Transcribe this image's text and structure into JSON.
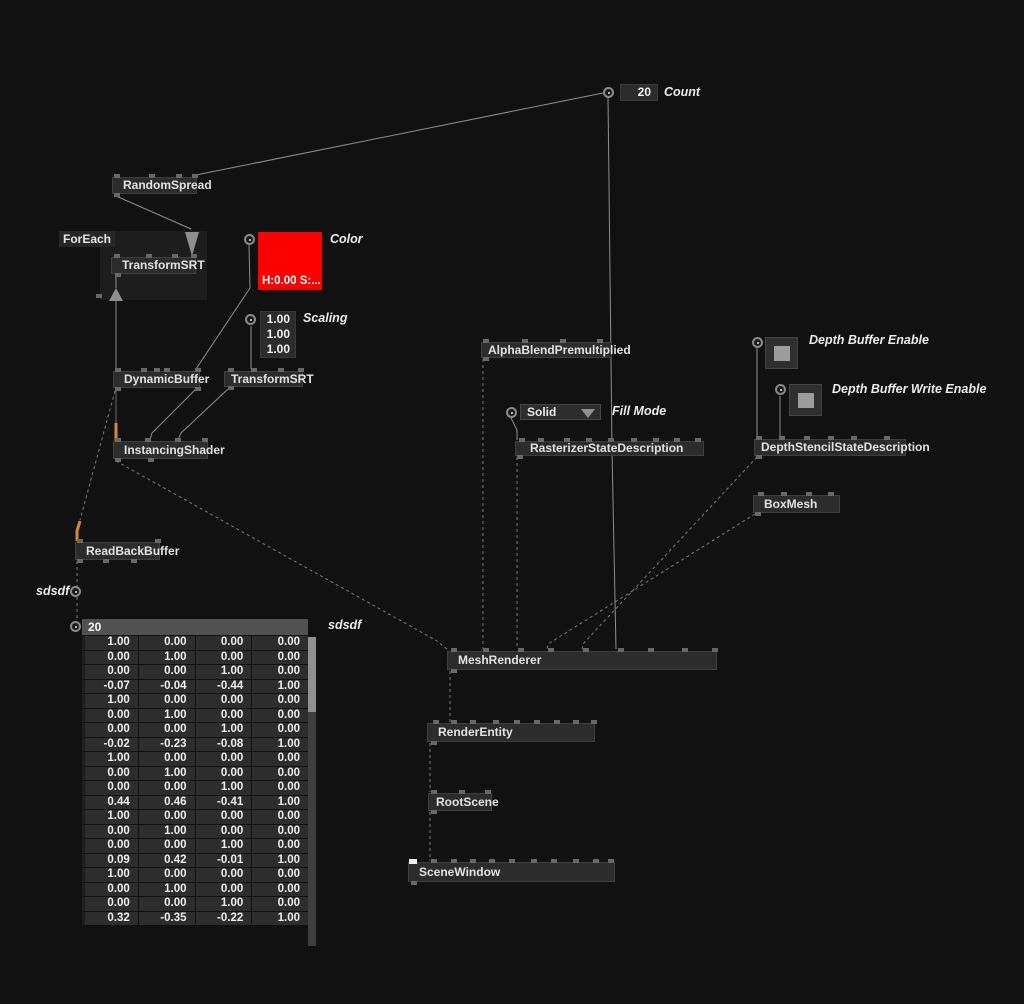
{
  "canvas": {
    "background": "#111111"
  },
  "wire_colors": {
    "link": "#8f8f8f",
    "dashed": "#7a7a7a",
    "hot": "#d28a2e"
  },
  "nodes": {
    "random_spread": {
      "label": "RandomSpread"
    },
    "foreach_region": {
      "label": "ForEach"
    },
    "transform_srt_1": {
      "label": "TransformSRT"
    },
    "transform_srt_2": {
      "label": "TransformSRT"
    },
    "dynamic_buffer": {
      "label": "DynamicBuffer"
    },
    "instancing_shader": {
      "label": "InstancingShader"
    },
    "read_back_buffer": {
      "label": "ReadBackBuffer"
    },
    "alpha_blend": {
      "label": "AlphaBlendPremultiplied"
    },
    "rasterizer_state": {
      "label": "RasterizerStateDescription"
    },
    "depth_stencil_state": {
      "label": "DepthStencilStateDescription"
    },
    "box_mesh": {
      "label": "BoxMesh"
    },
    "mesh_renderer": {
      "label": "MeshRenderer"
    },
    "render_entity": {
      "label": "RenderEntity"
    },
    "root_scene": {
      "label": "RootScene"
    },
    "scene_window": {
      "label": "SceneWindow"
    }
  },
  "ioboxes": {
    "count": {
      "value": "20",
      "label": "Count"
    },
    "color": {
      "display": "H:0.00 S:...",
      "label": "Color",
      "hex": "#fb0200"
    },
    "scaling": {
      "values": [
        "1.00",
        "1.00",
        "1.00"
      ],
      "label": "Scaling"
    },
    "fill_mode": {
      "value": "Solid",
      "label": "Fill Mode"
    },
    "depth_buffer_enable": {
      "checked": true,
      "label": "Depth Buffer Enable"
    },
    "depth_buffer_write_enable": {
      "checked": true,
      "label": "Depth Buffer Write Enable"
    },
    "sdsdf_pin": {
      "label": "sdsdf"
    }
  },
  "buffer_table": {
    "header": "20",
    "label": "sdsdf",
    "rows": [
      [
        "1.00",
        "0.00",
        "0.00",
        "0.00"
      ],
      [
        "0.00",
        "1.00",
        "0.00",
        "0.00"
      ],
      [
        "0.00",
        "0.00",
        "1.00",
        "0.00"
      ],
      [
        "-0.07",
        "-0.04",
        "-0.44",
        "1.00"
      ],
      [
        "1.00",
        "0.00",
        "0.00",
        "0.00"
      ],
      [
        "0.00",
        "1.00",
        "0.00",
        "0.00"
      ],
      [
        "0.00",
        "0.00",
        "1.00",
        "0.00"
      ],
      [
        "-0.02",
        "-0.23",
        "-0.08",
        "1.00"
      ],
      [
        "1.00",
        "0.00",
        "0.00",
        "0.00"
      ],
      [
        "0.00",
        "1.00",
        "0.00",
        "0.00"
      ],
      [
        "0.00",
        "0.00",
        "1.00",
        "0.00"
      ],
      [
        "0.44",
        "0.46",
        "-0.41",
        "1.00"
      ],
      [
        "1.00",
        "0.00",
        "0.00",
        "0.00"
      ],
      [
        "0.00",
        "1.00",
        "0.00",
        "0.00"
      ],
      [
        "0.00",
        "0.00",
        "1.00",
        "0.00"
      ],
      [
        "0.09",
        "0.42",
        "-0.01",
        "1.00"
      ],
      [
        "1.00",
        "0.00",
        "0.00",
        "0.00"
      ],
      [
        "0.00",
        "1.00",
        "0.00",
        "0.00"
      ],
      [
        "0.00",
        "0.00",
        "1.00",
        "0.00"
      ],
      [
        "0.32",
        "-0.35",
        "-0.22",
        "1.00"
      ]
    ]
  }
}
